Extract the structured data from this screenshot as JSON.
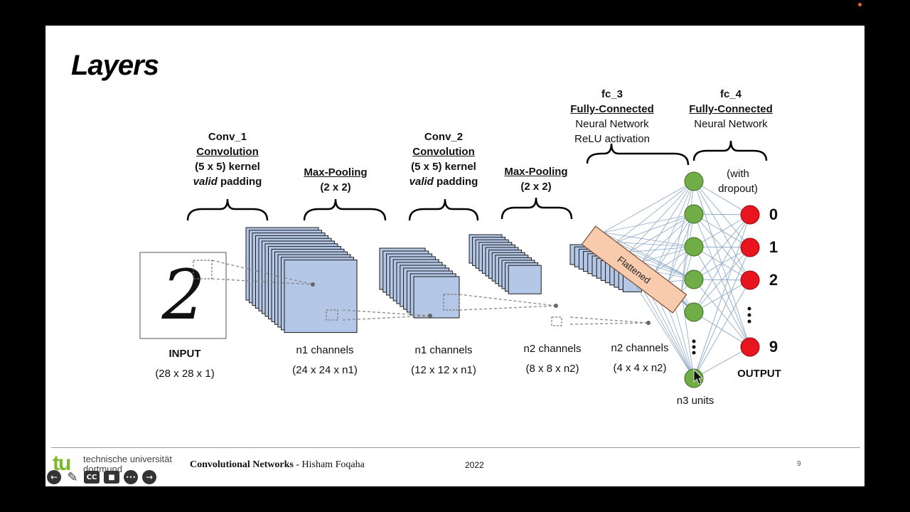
{
  "slide": {
    "title": "Layers",
    "labels": {
      "conv1": {
        "name": "Conv_1",
        "type": "Convolution",
        "kernel": "(5 x 5) kernel",
        "padding_em": "valid",
        "padding_rest": " padding"
      },
      "pool1": {
        "name": "Max-Pooling",
        "size": "(2 x 2)"
      },
      "conv2": {
        "name": "Conv_2",
        "type": "Convolution",
        "kernel": "(5 x 5) kernel",
        "padding_em": "valid",
        "padding_rest": " padding"
      },
      "pool2": {
        "name": "Max-Pooling",
        "size": "(2 x 2)"
      },
      "fc3": {
        "name": "fc_3",
        "type": "Fully-Connected",
        "line1": "Neural Network",
        "line2": "ReLU activation"
      },
      "fc4": {
        "name": "fc_4",
        "type": "Fully-Connected",
        "line1": "Neural Network"
      },
      "dropout": {
        "line1": "(with",
        "line2": "dropout)"
      },
      "flattened": "Flattened",
      "input": {
        "name": "INPUT",
        "dims": "(28 x 28 x 1)"
      },
      "map1": {
        "name": "n1 channels",
        "dims": "(24 x 24 x n1)"
      },
      "map2": {
        "name": "n1 channels",
        "dims": "(12 x 12 x n1)"
      },
      "map3": {
        "name": "n2 channels",
        "dims": "(8 x 8 x n2)"
      },
      "map4": {
        "name": "n2 channels",
        "dims": "(4 x 4 x n2)"
      },
      "n3": "n3 units",
      "output": "OUTPUT",
      "output_digits": [
        "0",
        "1",
        "2",
        "9"
      ],
      "input_glyph": "2"
    }
  },
  "colors": {
    "feature_map": "#b4c7e7",
    "feature_map_border": "#1a1a1a",
    "flatten_bar": "#f8cbad",
    "hidden_node": "#70ad47",
    "output_node": "#e8141e",
    "connection": "#8ea9c8",
    "brand_green": "#7ab929"
  },
  "footer": {
    "logo": "tu",
    "university_line1": "technische universität",
    "university_line2": "dortmund",
    "title_bold": "Convolutional Networks",
    "title_rest": " - Hisham Foqaha",
    "year": "2022",
    "page": "9"
  },
  "player_controls": [
    {
      "icon": "arrow-left-icon",
      "glyph": "←"
    },
    {
      "icon": "pen-icon",
      "glyph": "✎"
    },
    {
      "icon": "closed-captions-icon",
      "glyph": "CC"
    },
    {
      "icon": "video-camera-icon",
      "glyph": "■"
    },
    {
      "icon": "more-icon",
      "glyph": "•••"
    },
    {
      "icon": "arrow-right-icon",
      "glyph": "→"
    }
  ]
}
